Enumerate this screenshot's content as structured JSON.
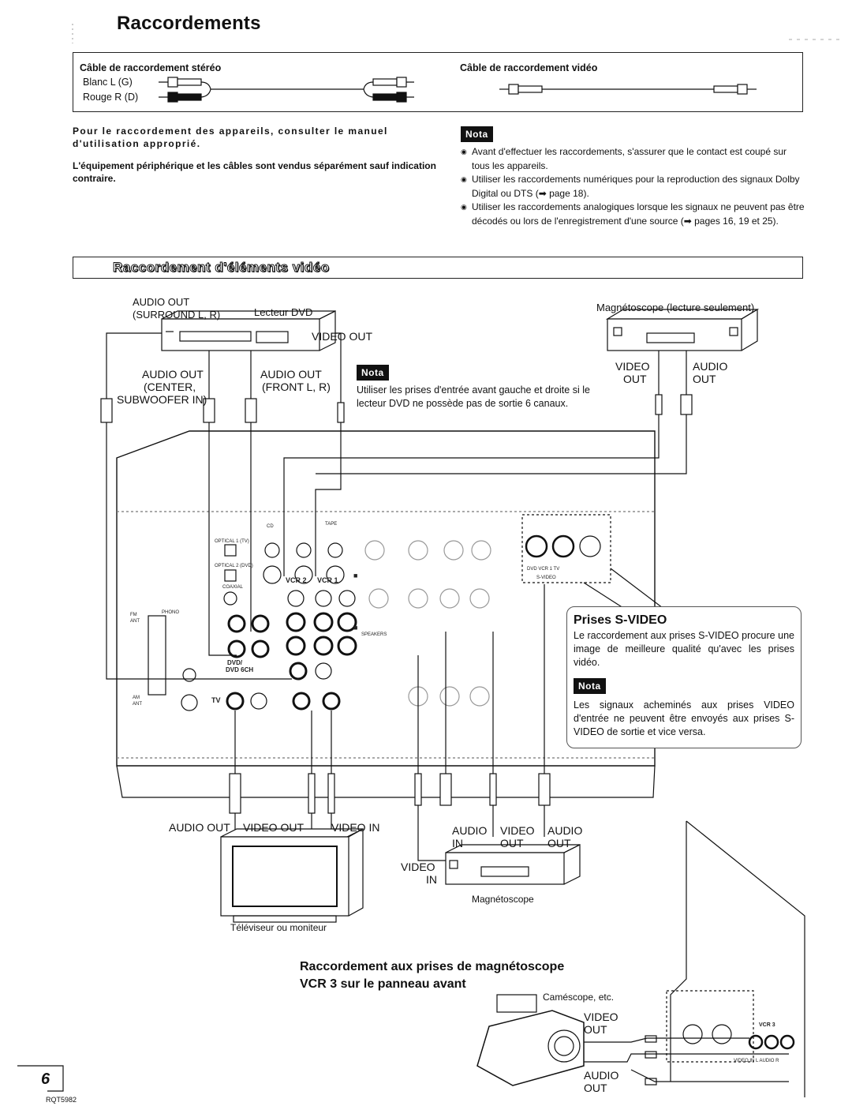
{
  "page": {
    "title": "Raccordements",
    "number": "6",
    "code": "RQT5982"
  },
  "cables": {
    "stereo_heading": "Câble de raccordement stéréo",
    "stereo_white": "Blanc   L (G)",
    "stereo_red": "Rouge  R (D)",
    "video_heading": "Câble de raccordement vidéo"
  },
  "intro": {
    "p1": "Pour le raccordement des appareils, consulter le manuel d'utilisation approprié.",
    "p2": "L'équipement périphérique et les câbles sont vendus séparément sauf indication contraire."
  },
  "nota_label": "Nota",
  "notes": [
    "Avant d'effectuer les raccordements, s'assurer que le contact est coupé sur tous les appareils.",
    "Utiliser les raccordements numériques pour la reproduction des signaux Dolby Digital ou DTS (➡ page 18).",
    "Utiliser les raccordements analogiques lorsque les signaux ne peuvent pas être décodés ou lors de l'enregistrement d'une source (➡ pages 16, 19 et 25)."
  ],
  "section": {
    "title": "Raccordement d'éléments vidéo"
  },
  "diagram": {
    "audio_out_surround_1": "AUDIO OUT",
    "audio_out_surround_2": "(SURROUND L, R)",
    "dvd_player": "Lecteur DVD",
    "dvd_video_out": "VIDEO OUT",
    "audio_out_center_1": "AUDIO OUT",
    "audio_out_center_2": "(CENTER,",
    "audio_out_center_3": "SUBWOOFER IN)",
    "audio_out_front_1": "AUDIO OUT",
    "audio_out_front_2": "(FRONT L, R)",
    "nota_dvd": "Utiliser les prises d'entrée avant gauche et droite si le lecteur DVD ne possède pas de sortie 6 canaux.",
    "vcr_playback": "Magnétoscope (lecture seulement)",
    "vcr_video": "VIDEO",
    "vcr_video_out": "OUT",
    "vcr_audio": "AUDIO",
    "vcr_audio_out": "OUT",
    "tv_audio_out": "AUDIO OUT",
    "tv_video_out": "VIDEO OUT",
    "tv_video_in": "VIDEO IN",
    "tv_label": "Téléviseur ou moniteur",
    "vcr2_audio_in_1": "AUDIO",
    "vcr2_audio_in_2": "IN",
    "vcr2_video_out_1": "VIDEO",
    "vcr2_video_out_2": "OUT",
    "vcr2_audio_out_1": "AUDIO",
    "vcr2_audio_out_2": "OUT",
    "vcr2_video_in_1": "VIDEO",
    "vcr2_video_in_2": "IN",
    "vcr2_label": "Magnétoscope",
    "cam_label": "Caméscope, etc.",
    "cam_video_out_1": "VIDEO",
    "cam_video_out_2": "OUT",
    "cam_audio_out_1": "AUDIO",
    "cam_audio_out_2": "OUT"
  },
  "svideo": {
    "title": "Prises S-VIDEO",
    "text": "Le raccordement aux prises S-VIDEO procure une image de meilleure qualité qu'avec les prises vidéo.",
    "nota": "Les signaux acheminés aux prises VIDEO d'entrée ne peuvent être envoyés aux prises S-VIDEO de sortie et vice versa."
  },
  "vcr3": {
    "heading_1": "Raccordement aux prises de magnétoscope",
    "heading_2": "VCR 3 sur le panneau avant"
  }
}
